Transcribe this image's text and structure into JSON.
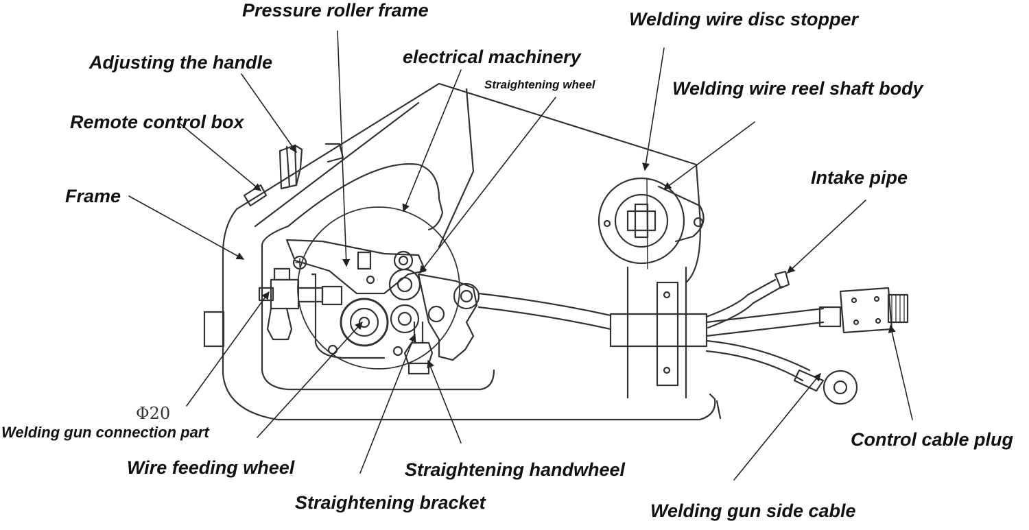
{
  "labels": {
    "pressure_roller_frame": "Pressure roller frame",
    "welding_wire_disc_stopper": "Welding wire disc stopper",
    "adjusting_the_handle": "Adjusting the handle",
    "electrical_machinery": "electrical machinery",
    "straightening_wheel": "Straightening wheel",
    "welding_wire_reel_shaft_body": "Welding wire reel shaft body",
    "remote_control_box": "Remote control box",
    "intake_pipe": "Intake pipe",
    "frame": "Frame",
    "welding_gun_connection_part": "Welding gun connection part",
    "control_cable_plug": "Control cable plug",
    "wire_feeding_wheel": "Wire feeding wheel",
    "straightening_handwheel": "Straightening handwheel",
    "straightening_bracket": "Straightening bracket",
    "welding_gun_side_cable": "Welding gun side cable",
    "diameter_mark": "Φ20"
  },
  "colors": {
    "ink": "#111111",
    "line": "#333333",
    "paper": "#ffffff"
  }
}
